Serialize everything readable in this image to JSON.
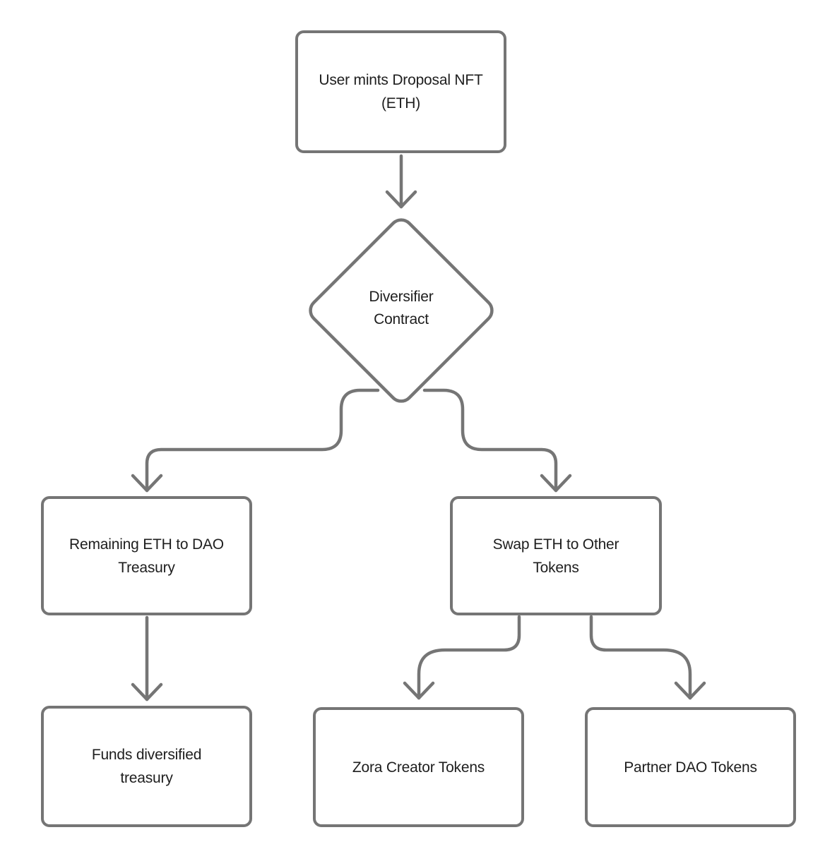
{
  "style": {
    "background_color": "#ffffff",
    "node_border_color": "#757575",
    "connector_color": "#757575",
    "text_color": "#1e1e1e"
  },
  "nodes": {
    "mint": {
      "shape": "rectangle",
      "line1": "User mints Droposal NFT",
      "line2": "(ETH)"
    },
    "diversifier": {
      "shape": "diamond",
      "line1": "Diversifier",
      "line2": "Contract"
    },
    "treasury": {
      "shape": "rectangle",
      "line1": "Remaining ETH to DAO",
      "line2": "Treasury"
    },
    "swap": {
      "shape": "rectangle",
      "line1": "Swap ETH to Other",
      "line2": "Tokens"
    },
    "funds": {
      "shape": "rectangle",
      "line1": "Funds diversified",
      "line2": "treasury"
    },
    "zora": {
      "shape": "rectangle",
      "line1": "Zora Creator Tokens"
    },
    "partner": {
      "shape": "rectangle",
      "line1": "Partner DAO Tokens"
    }
  },
  "edges": [
    {
      "from": "User mints Droposal NFT (ETH)",
      "to": "Diversifier Contract"
    },
    {
      "from": "Diversifier Contract",
      "to": "Remaining ETH to DAO Treasury"
    },
    {
      "from": "Diversifier Contract",
      "to": "Swap ETH to Other Tokens"
    },
    {
      "from": "Remaining ETH to DAO Treasury",
      "to": "Funds diversified treasury"
    },
    {
      "from": "Swap ETH to Other Tokens",
      "to": "Zora Creator Tokens"
    },
    {
      "from": "Swap ETH to Other Tokens",
      "to": "Partner DAO Tokens"
    }
  ]
}
